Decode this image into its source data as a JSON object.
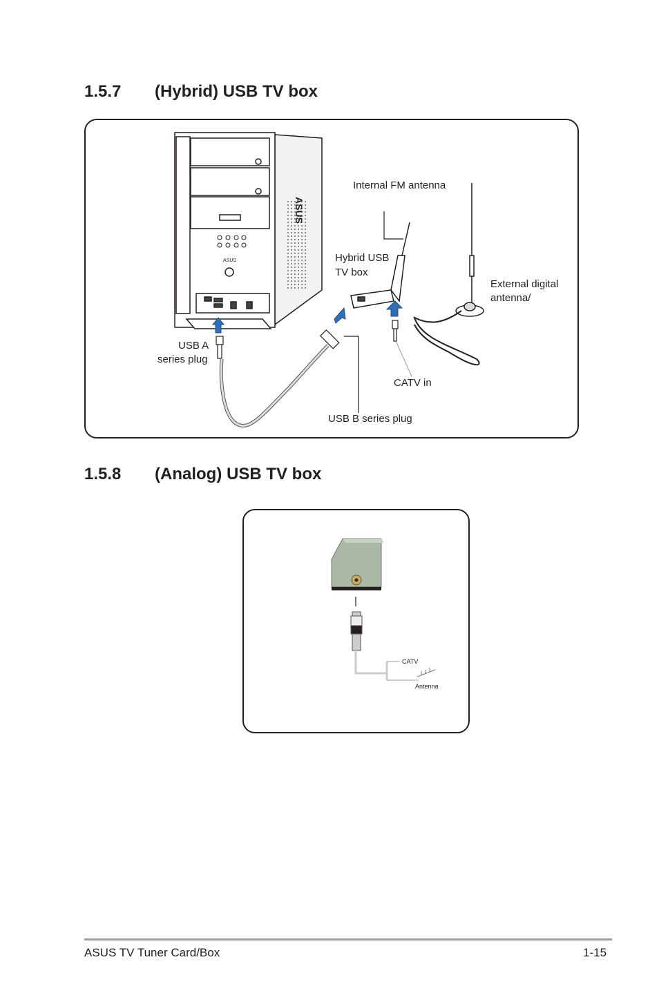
{
  "sections": [
    {
      "number": "1.5.7",
      "title": "(Hybrid) USB TV box"
    },
    {
      "number": "1.5.8",
      "title": "(Analog) USB TV box"
    }
  ],
  "hybrid_figure": {
    "labels": {
      "internal_fm": "Internal FM antenna",
      "hybrid_box_line1": "Hybrid USB",
      "hybrid_box_line2": "TV box",
      "external_line1": "External digital",
      "external_line2": "antenna/",
      "usb_a_line1": "USB A",
      "usb_a_line2": "series plug",
      "catv_in": "CATV in",
      "usb_b": "USB B series plug"
    }
  },
  "analog_figure": {
    "labels": {
      "catv": "CATV",
      "antenna": "Antenna"
    }
  },
  "footer": {
    "left": "ASUS TV Tuner Card/Box",
    "right": "1-15"
  },
  "colors": {
    "text": "#231f20",
    "arrow_blue": "#2e6fb6",
    "rule_gray": "#9d9fa2",
    "device_green": "#a9b8a4"
  }
}
